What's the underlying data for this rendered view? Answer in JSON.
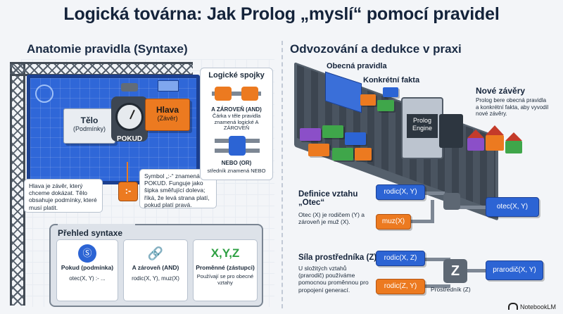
{
  "title": "Logická továrna: Jak Prolog „myslí“ pomocí pravidel",
  "left": {
    "heading": "Anatomie pravidla (Syntaxe)",
    "body_label": "Tělo",
    "body_sub": "(Podmínky)",
    "head_label": "Hlava",
    "head_sub": "(Závěr)",
    "gate_label": "POKUD",
    "symbol_glyph": ":-",
    "callout_symbol": "Symbol „:-“ znamená POKUD. Funguje jako šipka směřující doleva; říká, že levá strana platí, pokud platí pravá.",
    "callout_head": "Hlava je závěr, který chceme dokázat. Tělo obsahuje podmínky, které musí platit.",
    "connectives": {
      "title": "Logické spojky",
      "and_title": "A ZÁROVEŇ (AND)",
      "and_text": "Čárka v těle pravidla znamená logické A ZÁROVEŇ",
      "or_title": "NEBO (OR)",
      "or_text": "středník znamená NEBO"
    },
    "summary": {
      "title": "Přehled syntaxe",
      "items": [
        {
          "icon_text": "Ⓢ",
          "label": "Pokud (podmínka)",
          "code": "otec(X, Y) :- ..."
        },
        {
          "icon_text": "🔗",
          "label": "A zároveň (AND)",
          "code": "rodic(X, Y), muz(X)"
        },
        {
          "icon_text": "X,Y,Z",
          "label": "Proměnné (zástupci)",
          "code": "Používají se pro obecné vztahy"
        }
      ]
    }
  },
  "right": {
    "heading": "Odvozování a dedukce v praxi",
    "label_rules": "Obecná pravidla",
    "label_facts": "Konkrétní fakta",
    "engine_label": "Prolog Engine",
    "new_conclusions_title": "Nové závěry",
    "new_conclusions_text": "Prolog bere obecná pravidla a konkrétní fakta, aby vyvodil nové závěry.",
    "def1": {
      "title": "Definice vztahu „Otec“",
      "text": "Otec (X) je rodičem (Y) a zároveň je muž (X).",
      "in1": "rodic(X, Y)",
      "in2": "muz(X)",
      "out": "otec(X, Y)"
    },
    "def2": {
      "title": "Síla prostředníka (Z)",
      "text": "U složitých vztahů (prarodič) používáme pomocnou proměnnou pro propojení generací.",
      "in1": "rodic(X, Z)",
      "in2": "rodic(Z, Y)",
      "mid_symbol": "Z",
      "out": "prarodič(X, Y)",
      "mid_label": "Prostředník (Z)"
    }
  },
  "watermark": "NotebookLM"
}
